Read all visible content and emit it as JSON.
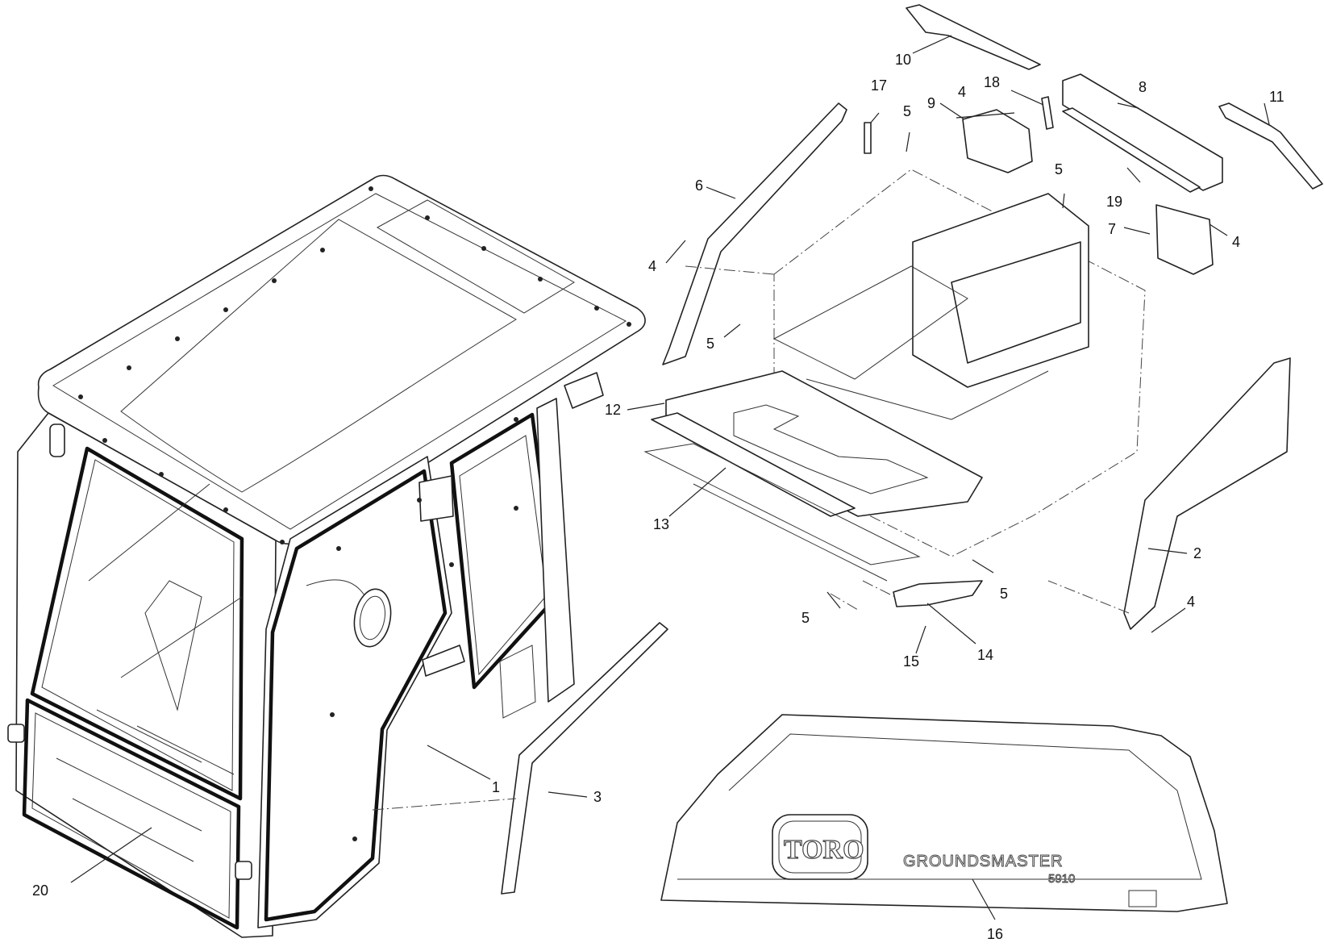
{
  "diagram": {
    "callouts": [
      {
        "id": "c1",
        "label": "1"
      },
      {
        "id": "c2",
        "label": "2"
      },
      {
        "id": "c3",
        "label": "3"
      },
      {
        "id": "c4a",
        "label": "4"
      },
      {
        "id": "c4b",
        "label": "4"
      },
      {
        "id": "c4c",
        "label": "4"
      },
      {
        "id": "c4d",
        "label": "4"
      },
      {
        "id": "c5a",
        "label": "5"
      },
      {
        "id": "c5b",
        "label": "5"
      },
      {
        "id": "c5c",
        "label": "5"
      },
      {
        "id": "c5d",
        "label": "5"
      },
      {
        "id": "c5e",
        "label": "5"
      },
      {
        "id": "c6",
        "label": "6"
      },
      {
        "id": "c7",
        "label": "7"
      },
      {
        "id": "c8",
        "label": "8"
      },
      {
        "id": "c9",
        "label": "9"
      },
      {
        "id": "c10",
        "label": "10"
      },
      {
        "id": "c11",
        "label": "11"
      },
      {
        "id": "c12",
        "label": "12"
      },
      {
        "id": "c13",
        "label": "13"
      },
      {
        "id": "c14",
        "label": "14"
      },
      {
        "id": "c15",
        "label": "15"
      },
      {
        "id": "c16",
        "label": "16"
      },
      {
        "id": "c17",
        "label": "17"
      },
      {
        "id": "c18",
        "label": "18"
      },
      {
        "id": "c19",
        "label": "19"
      },
      {
        "id": "c20",
        "label": "20"
      }
    ],
    "decal": {
      "logo": "TORO",
      "brand": "GROUNDSMASTER",
      "model": "5910"
    }
  }
}
